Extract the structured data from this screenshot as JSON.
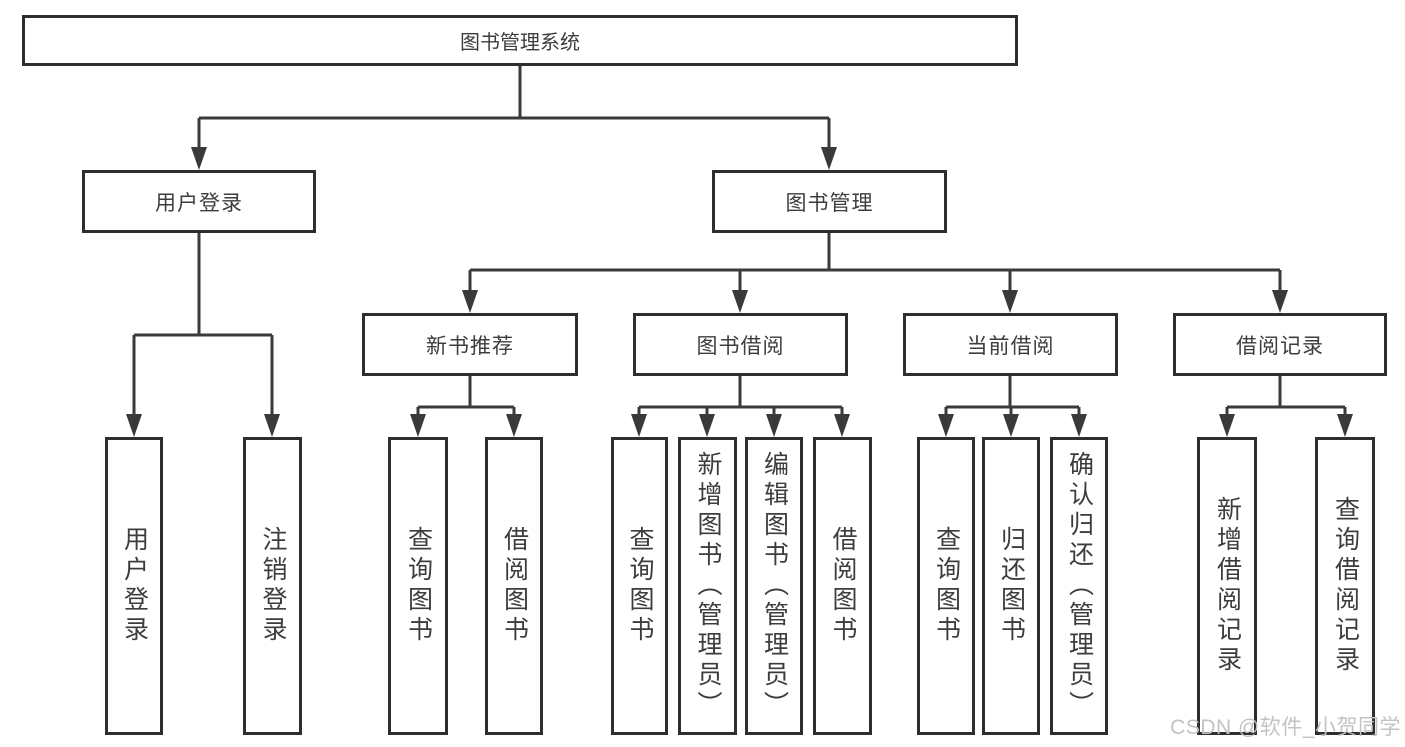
{
  "colors": {
    "box_border": "#2e2e2e",
    "connector": "#3a3a3a",
    "node_text": "#3d3d3d",
    "watermark_text": "#c3c3c3"
  },
  "watermark": {
    "text": "CSDN @软件_小贺同学"
  },
  "tree": {
    "root": {
      "label": "图书管理系统"
    },
    "children": [
      {
        "label": "用户登录",
        "leaves": [
          {
            "label": "用户登录"
          },
          {
            "label": "注销登录"
          }
        ]
      },
      {
        "label": "图书管理",
        "children": [
          {
            "label": "新书推荐",
            "leaves": [
              {
                "label": "查询图书"
              },
              {
                "label": "借阅图书"
              }
            ]
          },
          {
            "label": "图书借阅",
            "leaves": [
              {
                "label": "查询图书"
              },
              {
                "label": "新增图书（管理员）"
              },
              {
                "label": "编辑图书（管理员）"
              },
              {
                "label": "借阅图书"
              }
            ]
          },
          {
            "label": "当前借阅",
            "leaves": [
              {
                "label": "查询图书"
              },
              {
                "label": "归还图书"
              },
              {
                "label": "确认归还（管理员）"
              }
            ]
          },
          {
            "label": "借阅记录",
            "leaves": [
              {
                "label": "新增借阅记录"
              },
              {
                "label": "查询借阅记录"
              }
            ]
          }
        ]
      }
    ]
  }
}
